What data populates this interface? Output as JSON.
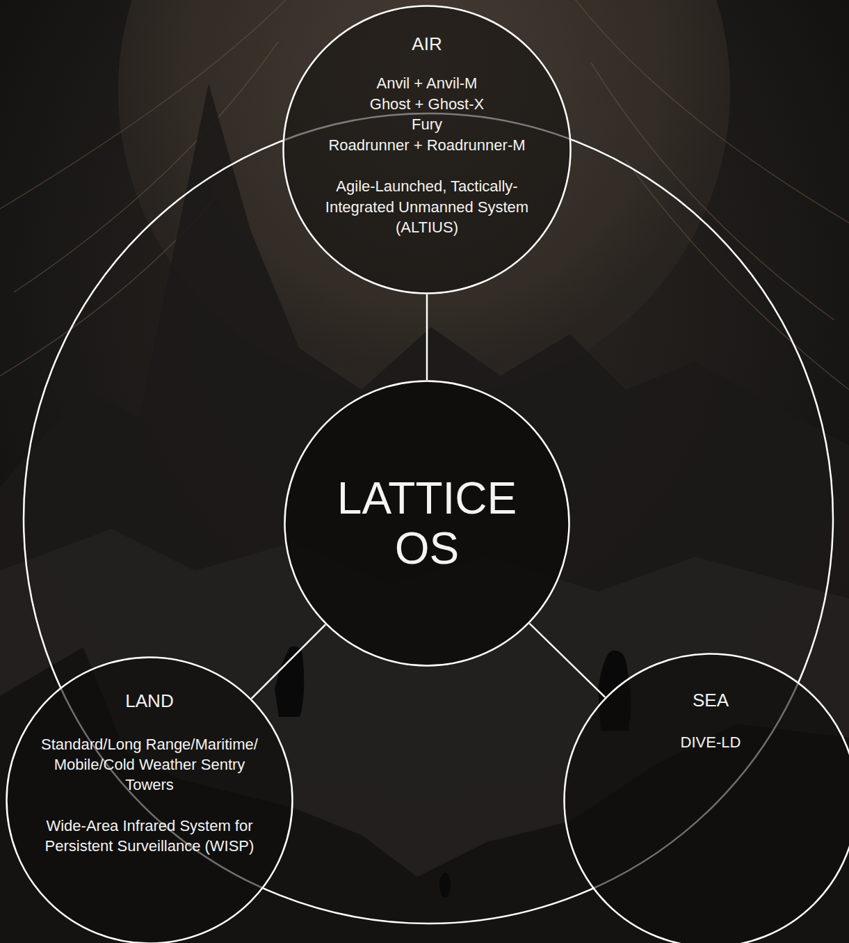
{
  "diagram": {
    "nodes": [
      {
        "text": [
          "AIR",
          "Anvil + Anvil-M",
          "Ghost + Ghost-X",
          "Fury",
          "Roadrunner + Roadrunner-M",
          "Agile-Launched, Tactically-Integrated Unmanned System (ALTIUS)"
        ]
      },
      {
        "text": [
          "LATTICE OS"
        ]
      },
      {
        "text": [
          "LAND",
          "Standard/Long Range/Maritime/ Mobile/Cold Weather Sentry Towers",
          "Wide-Area Infrared System for Persistent Surveillance (WISP)"
        ]
      },
      {
        "text": [
          "SEA",
          "DIVE-LD"
        ]
      }
    ],
    "edges": [
      {
        "from": 0,
        "to": 1,
        "arrow": "none"
      },
      {
        "from": 1,
        "to": 2,
        "arrow": "none"
      },
      {
        "from": 1,
        "to": 3,
        "arrow": "none"
      }
    ]
  }
}
